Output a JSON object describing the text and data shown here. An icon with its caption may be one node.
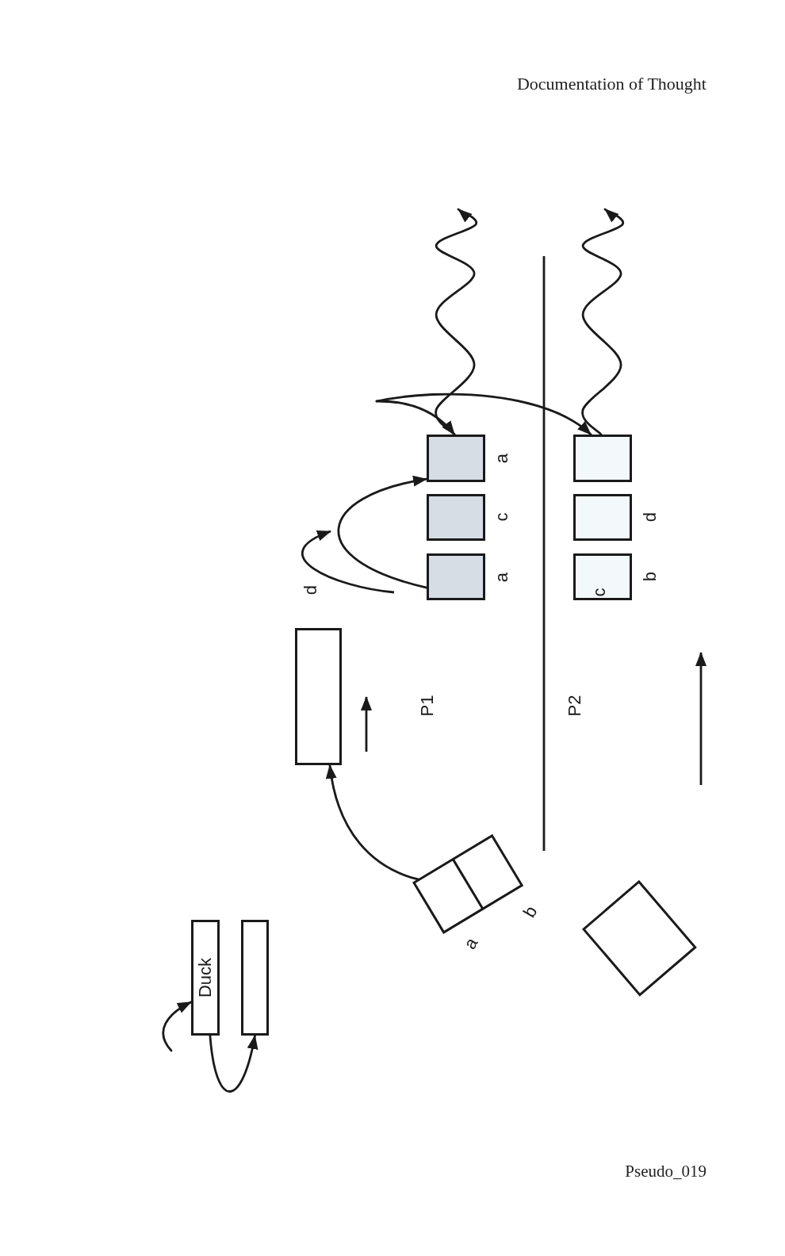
{
  "diagram": {
    "title": "Documentation of Thought",
    "caption": "Pseudo_019",
    "nodes": [
      {
        "text": [],
        "shape": "box",
        "beside": [
          "a"
        ]
      },
      {
        "text": [],
        "shape": "box",
        "beside": [
          "c"
        ]
      },
      {
        "text": [],
        "shape": "box",
        "beside": [
          "a"
        ]
      },
      {
        "text": [],
        "shape": "box"
      },
      {
        "text": [],
        "shape": "box",
        "beside": [
          "d"
        ]
      },
      {
        "text": [
          "c"
        ],
        "beside": [
          "b"
        ]
      },
      {
        "text": [],
        "shape": "box"
      },
      {
        "text": [],
        "shape": "box",
        "beside": [
          "a",
          "b"
        ]
      },
      {
        "text": [],
        "shape": "box"
      },
      {
        "text": [
          "Duck"
        ]
      },
      {
        "text": [],
        "shape": "box"
      }
    ],
    "edges": [
      {
        "from": 0,
        "to": null,
        "arrow": "to"
      },
      {
        "from": 3,
        "to": null,
        "arrow": "to"
      },
      {
        "from": null,
        "to": 0,
        "arrow": "to"
      },
      {
        "from": null,
        "to": 3,
        "arrow": "to"
      },
      {
        "from": 2,
        "to": 0,
        "arrow": "to"
      },
      {
        "from": 7,
        "to": 6,
        "arrow": "to"
      },
      {
        "from": 9,
        "to": 10,
        "arrow": "to"
      },
      {
        "from": null,
        "to": 9,
        "arrow": "to"
      }
    ],
    "labels": [
      "d",
      "P1",
      "P2"
    ]
  }
}
